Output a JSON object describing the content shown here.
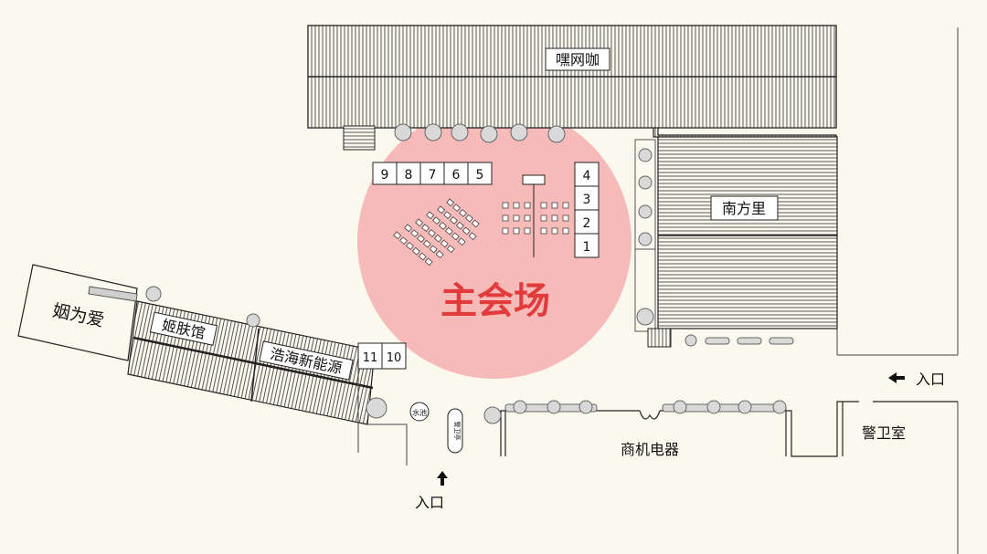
{
  "buildings": {
    "internet_cafe": "嘿网咖",
    "nanfangli": "南方里",
    "yinweiai": "姻为爱",
    "jifuguan": "姬肤馆",
    "haohai": "浩海新能源",
    "shangji": "商机电器",
    "guard_room": "警卫室",
    "guard_box": "警卫亭",
    "water_well": "水池"
  },
  "main_venue": "主会场",
  "booths_top": [
    "9",
    "8",
    "7",
    "6",
    "5"
  ],
  "booths_right": [
    "4",
    "3",
    "2",
    "1"
  ],
  "booths_lower": [
    "11",
    "10"
  ],
  "entrances": {
    "east": "入口",
    "south": "入口"
  },
  "colors": {
    "background": "#fbf8ee",
    "venue_circle": "#f4a6a6",
    "venue_text": "#e23b3b",
    "lines": "#222222"
  }
}
